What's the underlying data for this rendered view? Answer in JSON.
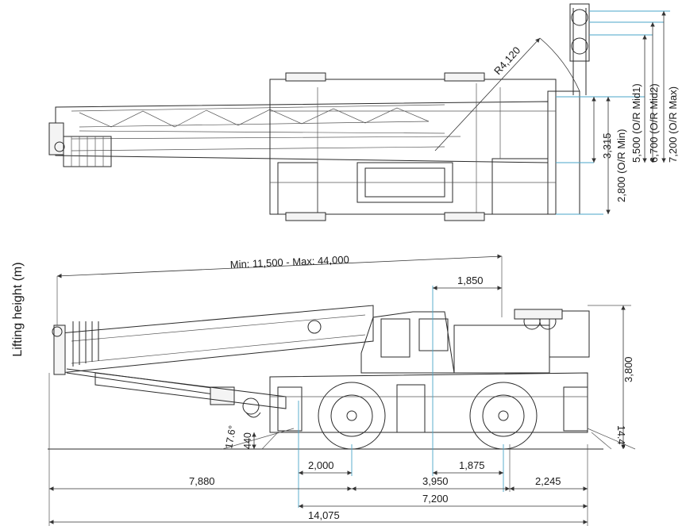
{
  "side_label": "Lifting height (m)",
  "top_view": {
    "radius_label": "R4,120",
    "dims_vertical": [
      {
        "label": "3,315"
      },
      {
        "label": "2,800 (O/R Min)"
      },
      {
        "label": "5,500 (O/R Mid1)"
      },
      {
        "label": "6,700 (O/R Mid2)"
      },
      {
        "label": "7,200 (O/R Max)"
      }
    ]
  },
  "side_view": {
    "boom_range": "Min: 11,500 - Max: 44,000",
    "dim_1850": "1,850",
    "dim_3800": "3,800",
    "angle_left": "17.6°",
    "height_left": "440",
    "angle_right": "14.4°",
    "dim_2000": "2,000",
    "dim_1875": "1,875",
    "dim_7880": "7,880",
    "dim_3950": "3,950",
    "dim_2245": "2,245",
    "dim_7200": "7,200",
    "dim_14075": "14,075"
  }
}
